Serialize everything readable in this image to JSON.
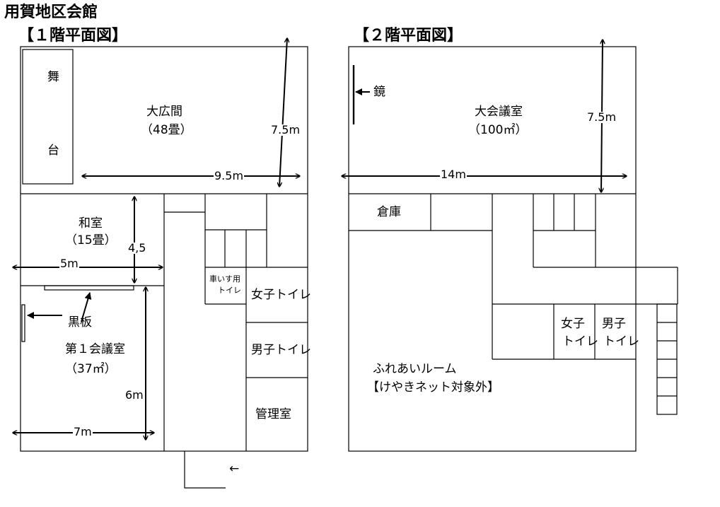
{
  "title": "用賀地区会館",
  "floor1": {
    "heading": "【１階平面図】",
    "stage": {
      "top": "舞",
      "bottom": "台"
    },
    "hall": {
      "name": "大広間",
      "size": "（48畳）"
    },
    "washitsu": {
      "name": "和室",
      "size": "（15畳）"
    },
    "meeting1": {
      "name": "第１会議室",
      "size": "（37㎡）"
    },
    "wheelchair_toilet": {
      "line1": "車いす用",
      "line2": "トイレ"
    },
    "womens_toilet": "女子トイレ",
    "mens_toilet": "男子トイレ",
    "office": "管理室",
    "blackboard": "黒板",
    "entrance_arrow": "←",
    "dims": {
      "hall_h": "7.5m",
      "hall_w": "9.5m",
      "washitsu_h": "4,5",
      "washitsu_w": "5m",
      "meeting_h": "6m",
      "meeting_w": "7m"
    }
  },
  "floor2": {
    "heading": "【２階平面図】",
    "mirror": "鏡",
    "hall": {
      "name": "大会議室",
      "size": "（100㎡）"
    },
    "storage": "倉庫",
    "womens_toilet": {
      "line1": "女子",
      "line2": "トイレ"
    },
    "mens_toilet": {
      "line1": "男子",
      "line2": "トイレ"
    },
    "fureai": {
      "name": "ふれあいルーム",
      "note": "【けやきネット対象外】"
    },
    "dims": {
      "hall_h": "7.5m",
      "hall_w": "14m"
    }
  }
}
